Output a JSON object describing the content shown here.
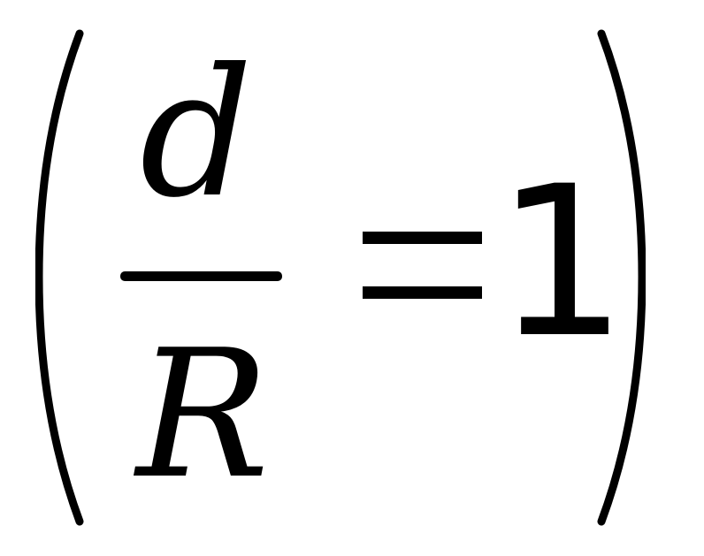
{
  "formula": {
    "numerator": "d",
    "denominator": "R",
    "operator": "=",
    "rhs": "1"
  }
}
